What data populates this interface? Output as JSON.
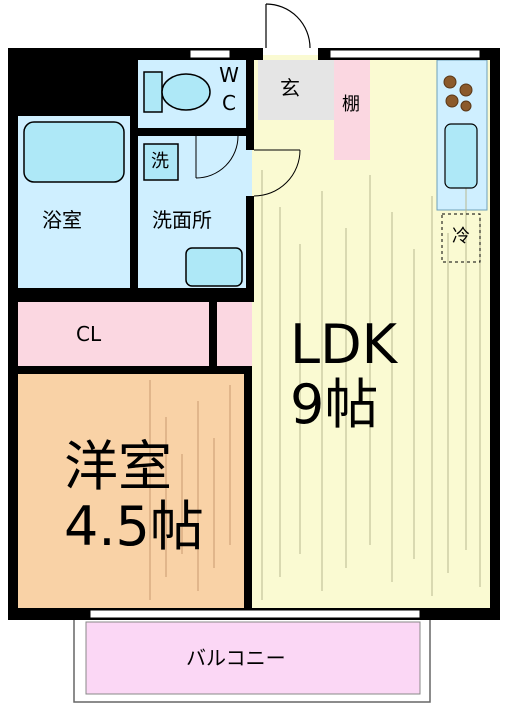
{
  "rooms": {
    "ldk": {
      "name": "LDK",
      "size": "9帖"
    },
    "western": {
      "name": "洋室",
      "size": "4.5帖"
    },
    "closet": "CL",
    "bath": "浴室",
    "washroom": "洗面所",
    "washer": "洗",
    "wc_line1": "W",
    "wc_line2": "C",
    "entrance": "玄",
    "shelf": "棚",
    "fridge": "冷",
    "balcony": "バルコニー"
  },
  "colors": {
    "ldk": "#fafad2",
    "western": "#f9d2a6",
    "closet": "#fbd7e1",
    "wet": "#cfefff",
    "entrance": "#e5e5e5",
    "balcony": "#fbd7f5",
    "wall": "#000000",
    "fixture": "#aee8f7"
  }
}
